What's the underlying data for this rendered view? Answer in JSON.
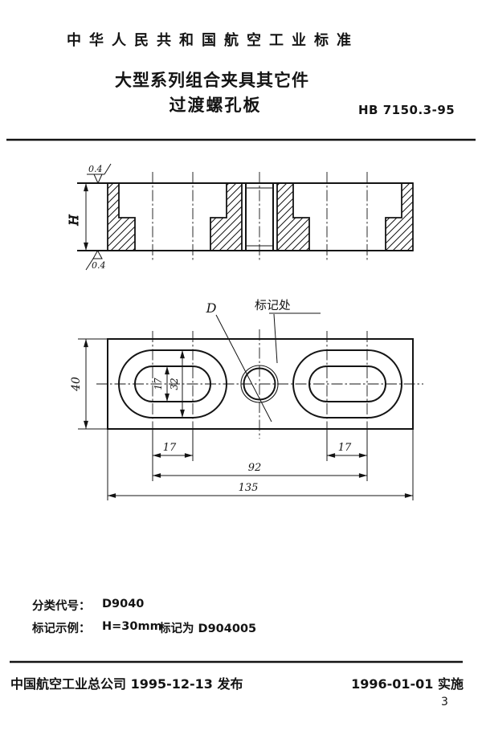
{
  "header": {
    "org_line": "中华人民共和国航空工业标准",
    "title_line1": "大型系列组合夹具其它件",
    "title_line2": "过渡螺孔板",
    "standard_no": "HB 7150.3-95"
  },
  "drawing": {
    "section_view": {
      "height_dim": "H",
      "roughness_top": "0.4",
      "roughness_bottom": "0.4"
    },
    "plan_view": {
      "plate_width_dim": "40",
      "slot_width_dim": "17",
      "counterbore_width_dim": "32",
      "hole_label": "D",
      "marking_label": "标记处",
      "left_slot_pitch": "17",
      "right_slot_pitch": "17",
      "centers_span": "92",
      "overall_length": "135"
    }
  },
  "notes": {
    "class_code_label": "分类代号：",
    "class_code_value": "D9040",
    "example_label": "标记示例：",
    "example_condition": "H=30mm",
    "example_marking": "标记为 D904005"
  },
  "footer": {
    "issuer_line": "中国航空工业总公司 1995-12-13 发布",
    "implement_line": "1996-01-01 实施",
    "page_number": "3"
  }
}
